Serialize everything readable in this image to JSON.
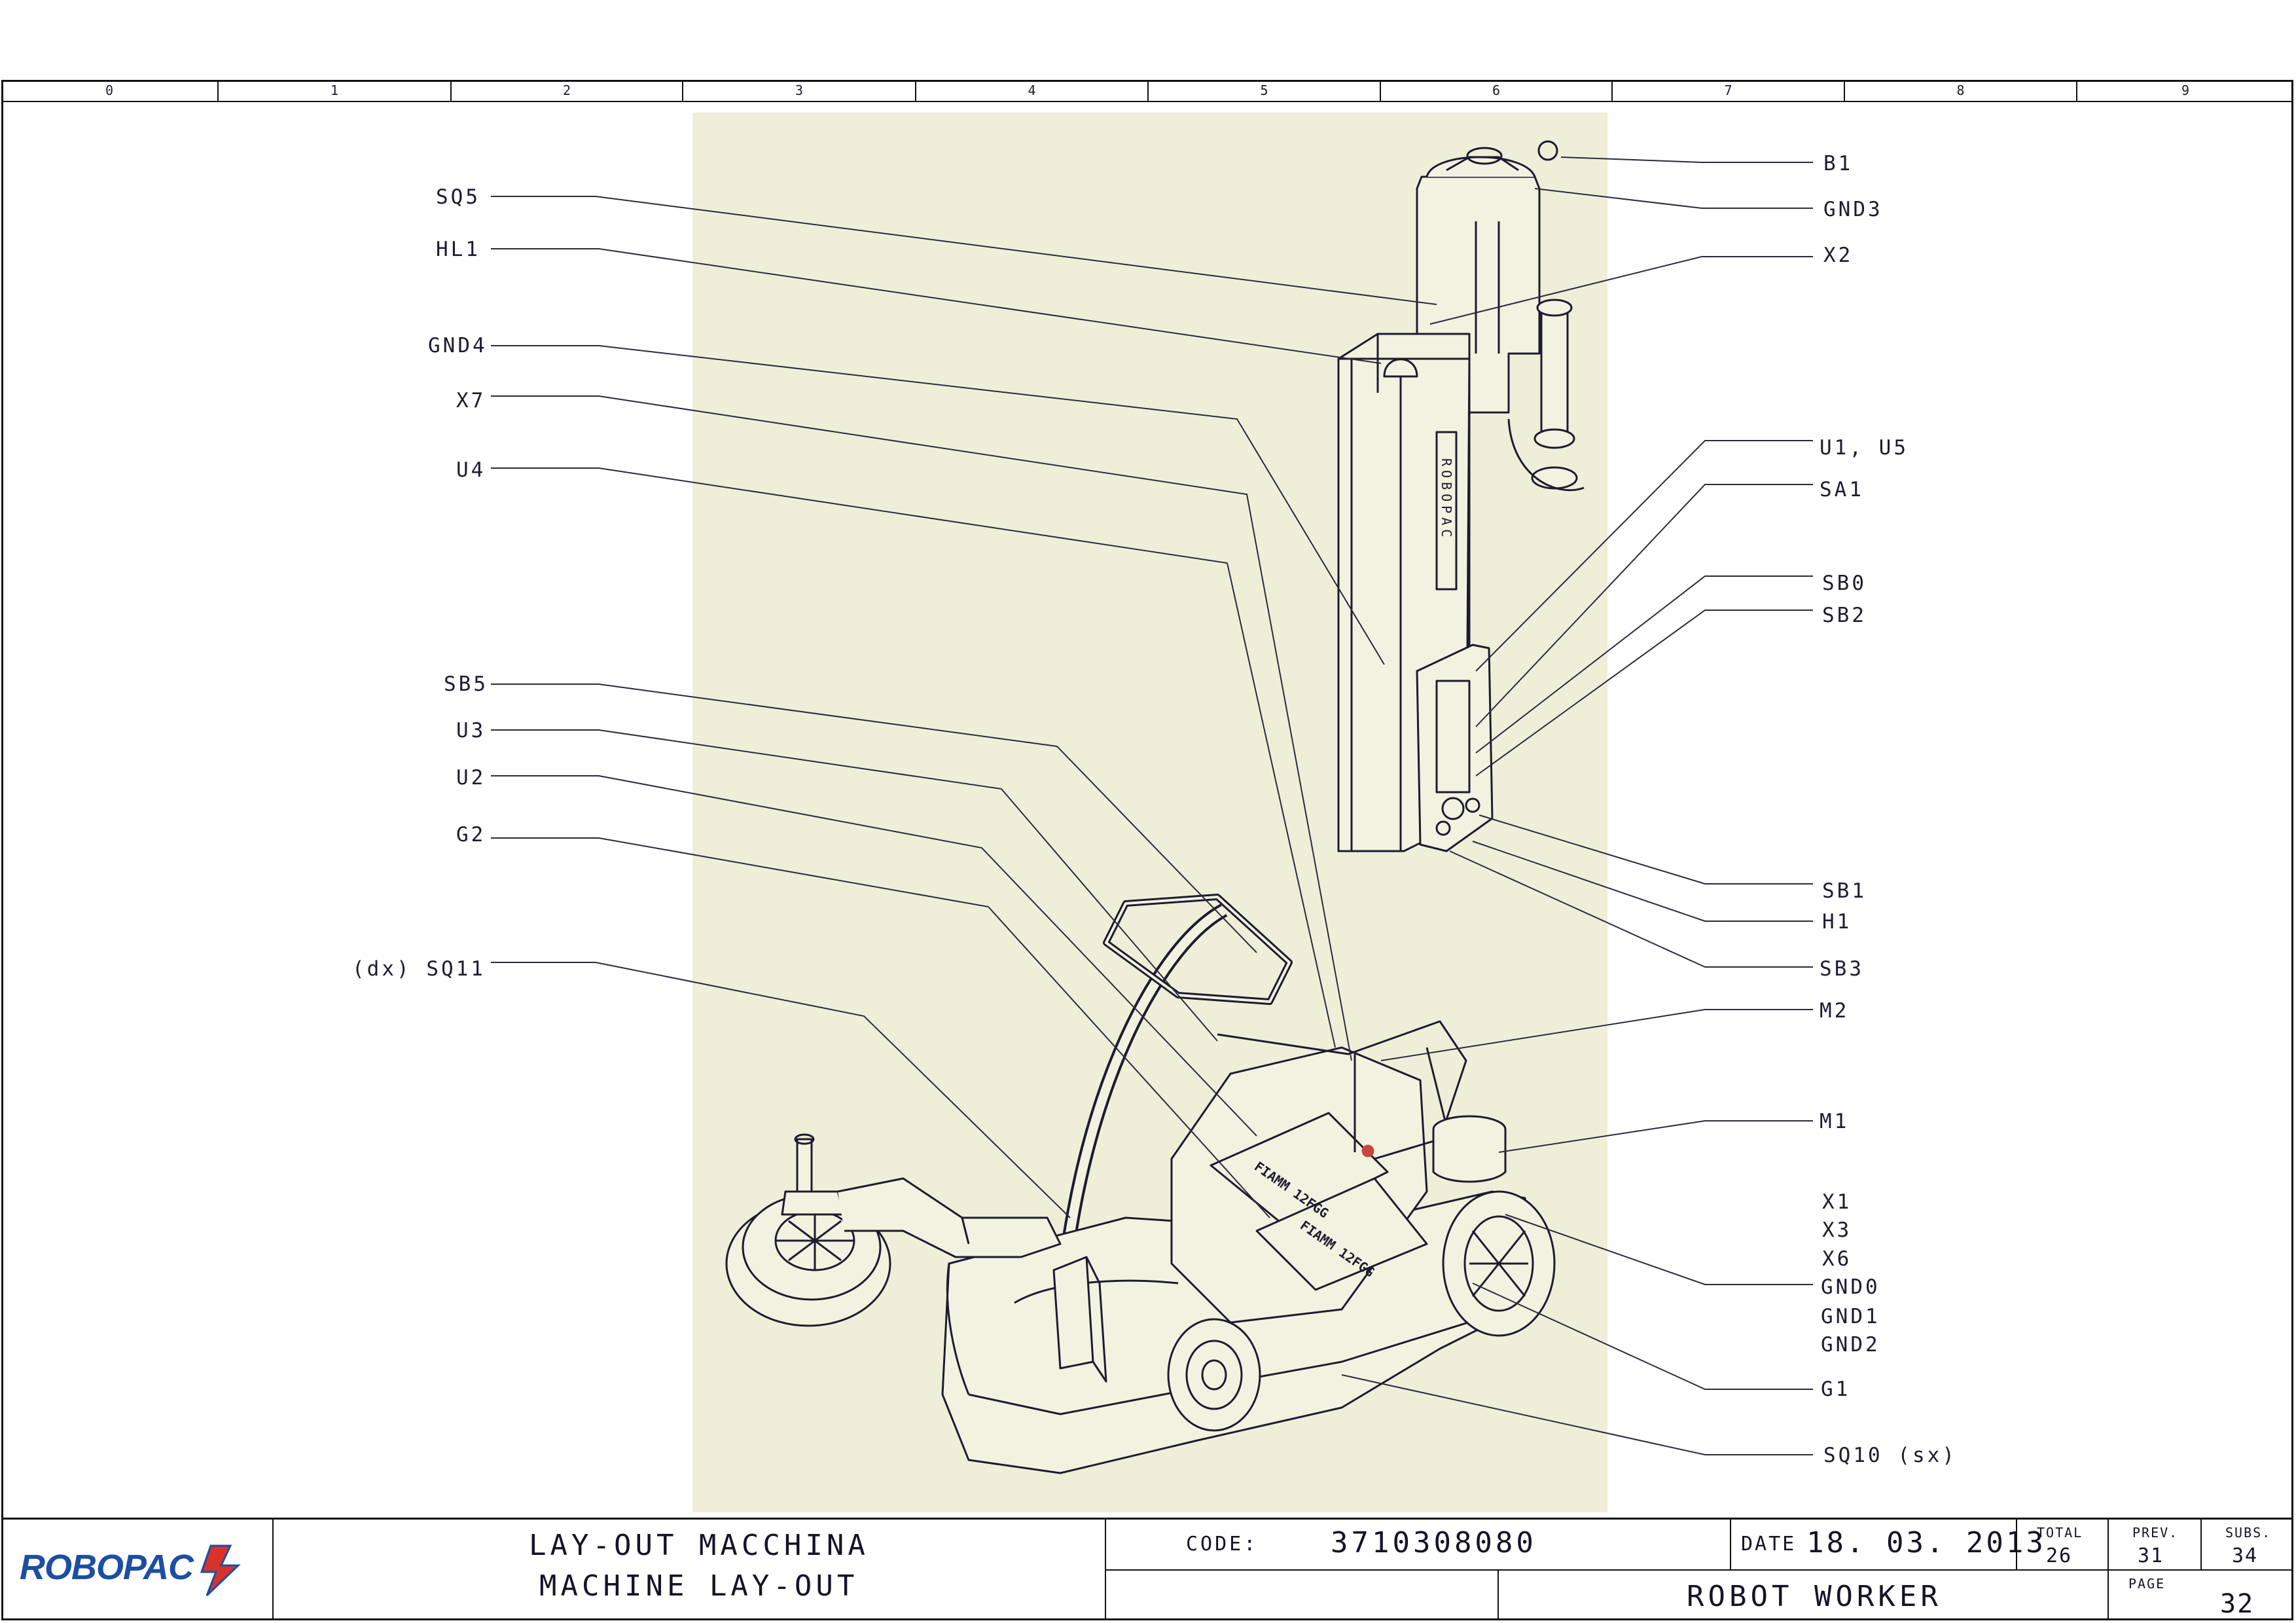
{
  "ruler": {
    "columns": [
      "0",
      "1",
      "2",
      "3",
      "4",
      "5",
      "6",
      "7",
      "8",
      "9"
    ]
  },
  "labels_left": {
    "sq5": "SQ5",
    "hl1": "HL1",
    "gnd4": "GND4",
    "x7": "X7",
    "u4": "U4",
    "sb5": "SB5",
    "u3": "U3",
    "u2": "U2",
    "g2": "G2",
    "sq11": "(dx) SQ11"
  },
  "labels_right": {
    "b1": "B1",
    "gnd3": "GND3",
    "x2": "X2",
    "u1_u5": "U1, U5",
    "sa1": "SA1",
    "sb0": "SB0",
    "sb2": "SB2",
    "sb1": "SB1",
    "h1": "H1",
    "sb3": "SB3",
    "m2": "M2",
    "m1": "M1",
    "x1": "X1",
    "x3": "X3",
    "x6": "X6",
    "gnd0": "GND0",
    "gnd1": "GND1",
    "gnd2": "GND2",
    "g1": "G1",
    "sq10": "SQ10 (sx)"
  },
  "machine": {
    "column_brand": "ROBOPAC",
    "battery_label_a": "FIAMM 12FGG",
    "battery_label_b": "FIAMM 12FGG"
  },
  "titleblock": {
    "logo": "ROBOPAC",
    "title_it": "LAY-OUT MACCHINA",
    "title_en": "MACHINE LAY-OUT",
    "code_label": "CODE:",
    "code_value": "3710308080",
    "date_label": "DATE",
    "date_value": "18. 03. 2013",
    "total_label": "TOTAL",
    "total_value": "26",
    "prev_label": "PREV.",
    "prev_value": "31",
    "subs_label": "SUBS.",
    "subs_value": "34",
    "machine_name": "ROBOT WORKER",
    "page_label": "PAGE",
    "page_value": "32"
  },
  "colors": {
    "drawing_background": "#efefd9",
    "line": "#1c1c30",
    "logo_blue": "#1c4ea3",
    "logo_red": "#d8322a"
  }
}
